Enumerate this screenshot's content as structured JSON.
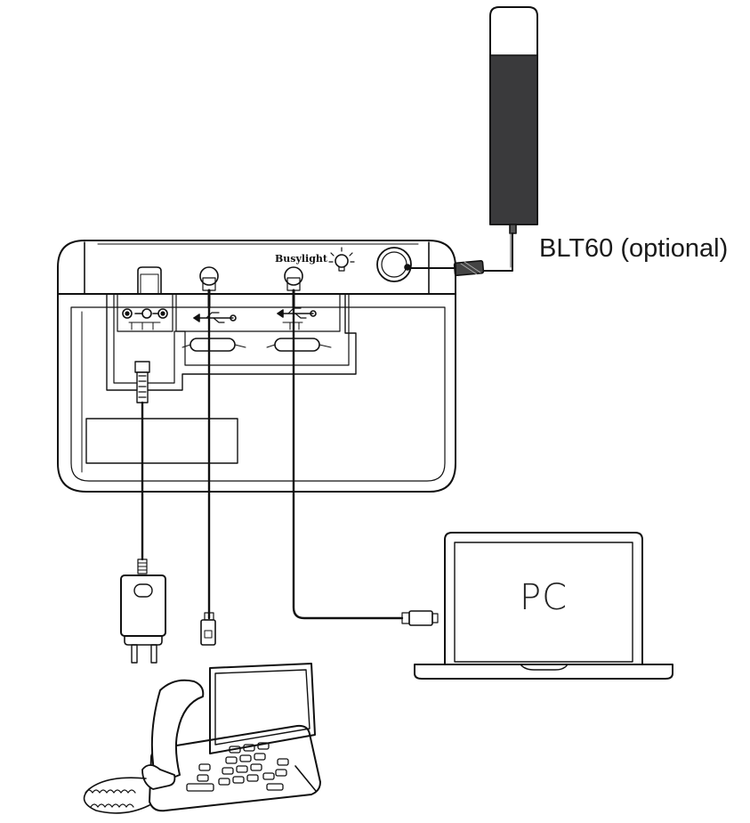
{
  "labels": {
    "busylight": "Busylight",
    "blt60": "BLT60 (optional)",
    "pc": "PC"
  },
  "colors": {
    "line": "#111111",
    "busylight_body": "#3a3a3c",
    "busylight_top": "#ffffff",
    "background": "#ffffff"
  }
}
